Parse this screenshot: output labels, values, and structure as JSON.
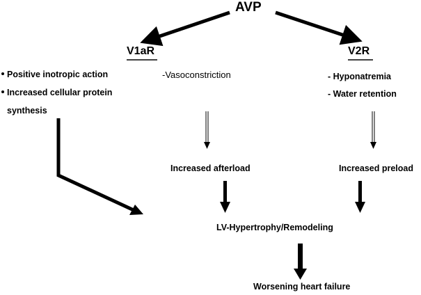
{
  "diagram": {
    "root": "AVP",
    "v1ar": {
      "label": "V1aR",
      "effects_left": [
        "Positive inotropic action",
        "Increased cellular protein",
        "synthesis"
      ],
      "effect_center": "-Vasoconstriction"
    },
    "v2r": {
      "label": "V2R",
      "effects": [
        "- Hyponatremia",
        "- Water retention"
      ]
    },
    "increased_afterload": "Increased afterload",
    "increased_preload": "Increased preload",
    "lv_remodeling": "LV-Hypertrophy/Remodeling",
    "worsening_hf": "Worsening heart failure"
  }
}
